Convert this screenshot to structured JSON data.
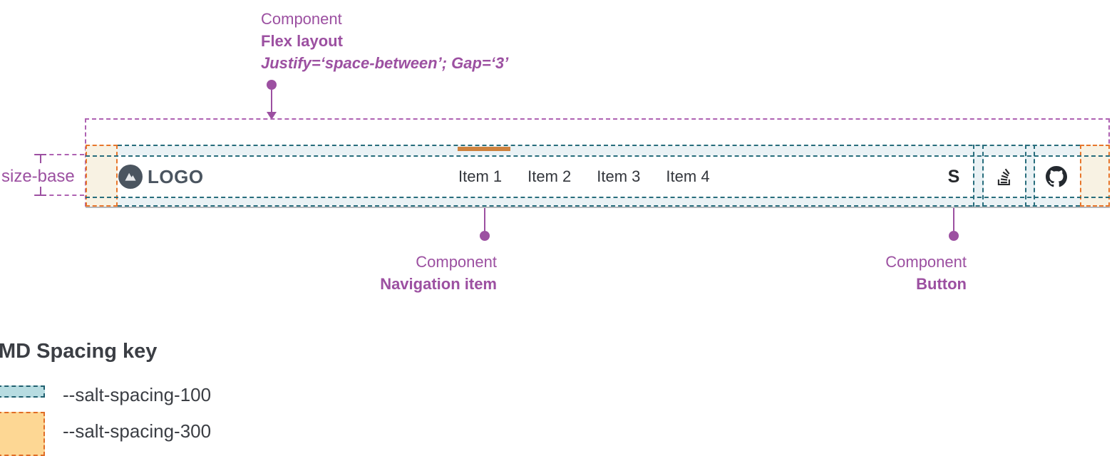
{
  "annotations": {
    "flex": {
      "line1": "Component",
      "line2": "Flex layout",
      "line3": "Justify=‘space-between’; Gap=‘3’"
    },
    "nav_item": {
      "line1": "Component",
      "line2": "Navigation item"
    },
    "button": {
      "line1": "Component",
      "line2": "Button"
    },
    "size_base": "size-base"
  },
  "navbar": {
    "logo_text": "LOGO",
    "items": [
      {
        "label": "Item 1",
        "active": true
      },
      {
        "label": "Item 2",
        "active": false
      },
      {
        "label": "Item 3",
        "active": false
      },
      {
        "label": "Item 4",
        "active": false
      }
    ],
    "buttons": [
      {
        "name": "salt",
        "glyph": "S"
      },
      {
        "name": "stackoverflow"
      },
      {
        "name": "github"
      }
    ]
  },
  "legend": {
    "title": "MD Spacing key",
    "entries": [
      {
        "token": "spacing-100",
        "label": "--salt-spacing-100"
      },
      {
        "token": "spacing-300",
        "label": "--salt-spacing-300"
      }
    ]
  },
  "colors": {
    "annotation_purple": "#9c50a1",
    "spacing_100_teal": "#1f5f6f",
    "spacing_100_fill": "#b7dce1",
    "spacing_300_orange": "#e06d26",
    "spacing_300_fill": "#fdd794",
    "active_indicator": "#cf823e",
    "logo_slate": "#4b5560",
    "text_dark": "#33363c"
  }
}
